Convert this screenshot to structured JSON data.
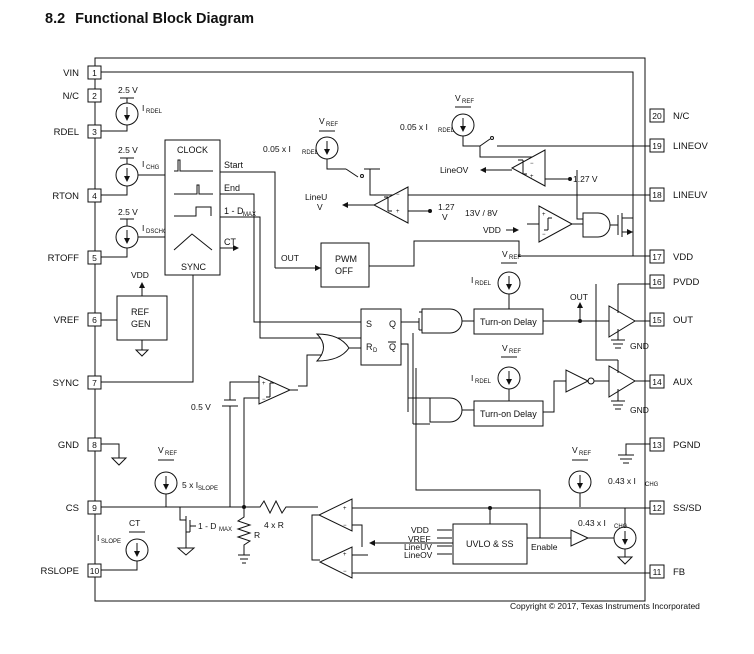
{
  "heading": {
    "number": "8.2",
    "title": "Functional Block Diagram"
  },
  "pins_left": [
    {
      "num": "1",
      "name": "VIN"
    },
    {
      "num": "2",
      "name": "N/C"
    },
    {
      "num": "3",
      "name": "RDEL"
    },
    {
      "num": "4",
      "name": "RTON"
    },
    {
      "num": "5",
      "name": "RTOFF"
    },
    {
      "num": "6",
      "name": "VREF"
    },
    {
      "num": "7",
      "name": "SYNC"
    },
    {
      "num": "8",
      "name": "GND"
    },
    {
      "num": "9",
      "name": "CS"
    },
    {
      "num": "10",
      "name": "RSLOPE"
    }
  ],
  "pins_right": [
    {
      "num": "20",
      "name": "N/C"
    },
    {
      "num": "19",
      "name": "LINEOV"
    },
    {
      "num": "18",
      "name": "LINEUV"
    },
    {
      "num": "17",
      "name": "VDD"
    },
    {
      "num": "16",
      "name": "PVDD"
    },
    {
      "num": "15",
      "name": "OUT"
    },
    {
      "num": "14",
      "name": "AUX"
    },
    {
      "num": "13",
      "name": "PGND"
    },
    {
      "num": "12",
      "name": "SS/SD"
    },
    {
      "num": "11",
      "name": "FB"
    }
  ],
  "clock": {
    "title": "CLOCK",
    "start": "Start",
    "end": "End",
    "dmax": "1 - D",
    "dmax_sub": "MAX",
    "ct": "CT",
    "sync": "SYNC"
  },
  "refgen": {
    "line1": "REF",
    "line2": "GEN",
    "vdd": "VDD"
  },
  "sources": {
    "v25_a": "2.5 V",
    "irdel": "I",
    "irdel_sub": "RDEL",
    "v25_b": "2.5 V",
    "ichg": "I",
    "ichg_sub": "CHG",
    "v25_c": "2.5 V",
    "idschg": "I",
    "idschg_sub": "DSCHG",
    "vref": "V",
    "vref_sub": "REF",
    "i005_a": "0.05 x I",
    "i005_a_sub": "RDEL",
    "i005_b": "0.05 x I",
    "i005_b_sub": "RDEL",
    "i5slope": "5 x I",
    "i5slope_sub": "SLOPE",
    "islope": "I",
    "islope_sub": "SLOPE",
    "ct": "CT",
    "i043_a": "0.43 x I",
    "i043_a_sub": "CHG",
    "i043_b": "0.43 x I",
    "i043_b_sub": "CHG"
  },
  "labels": {
    "lineov": "LineOV",
    "lineu": "LineU",
    "lineu_v": "V",
    "v127_a": "1.27 V",
    "v127_b": "1.27",
    "v127_b_unit": "V",
    "uvlo_th": "13V / 8V",
    "vdd": "VDD",
    "out": "OUT",
    "pwm1": "PWM",
    "pwm2": "OFF",
    "s": "S",
    "q": "Q",
    "rd": "R",
    "rd_sub": "D",
    "qbar": "Q",
    "turnon1": "Turn-on Delay",
    "turnon2": "Turn-on Delay",
    "out2": "OUT",
    "gnd1": "GND",
    "gnd2": "GND",
    "v05": "0.5 V",
    "r": "R",
    "r4": "4 x R",
    "dmax2": "1 - D",
    "dmax2_sub": "MAX",
    "uvlo": "UVLO & SS",
    "enable": "Enable",
    "in_vdd": "VDD",
    "in_vref": "VREF",
    "in_lineuv": "LineUV",
    "in_lineov": "LineOV"
  },
  "footer": "Copyright © 2017, Texas Instruments Incorporated"
}
